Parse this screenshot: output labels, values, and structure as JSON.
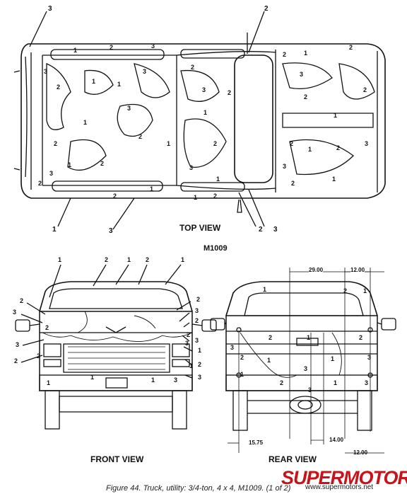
{
  "views": {
    "top": "TOP VIEW",
    "model": "M1009",
    "front": "FRONT VIEW",
    "rear": "REAR VIEW"
  },
  "callouts": {
    "top_left": "3",
    "top_right_upper": "2",
    "bottom_left_1": "1",
    "bottom_left_3": "3",
    "bottom_right_2": "2",
    "bottom_right_3": "3",
    "front_1a": "1",
    "front_2a": "2",
    "front_1b": "1",
    "front_2b": "2",
    "front_1c": "1",
    "front_2l": "2",
    "front_3l": "3",
    "front_3l2": "3",
    "front_2l2": "2",
    "front_2r": "2",
    "front_3r": "3",
    "front_2r2": "2",
    "front_3r2": "3",
    "front_1r": "1",
    "front_2r3": "2",
    "front_3r3": "3"
  },
  "dimensions": {
    "d1": "29.00",
    "d2": "12.00",
    "d3": "15.75",
    "d4": "14.00",
    "d5": "12.00"
  },
  "caption": "Figure 44.  Truck, utility: 3/4-ton, 4 x 4, M1009.  (1 of 2)",
  "logo": {
    "word": "SUPERMOTORS",
    "url": "www.supermotors.net"
  }
}
